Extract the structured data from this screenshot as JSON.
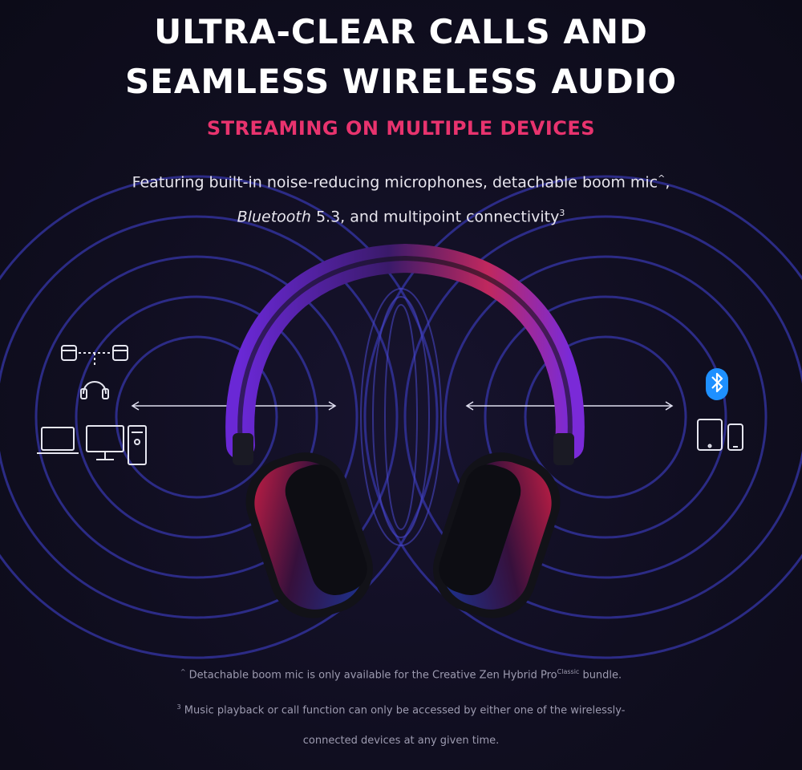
{
  "headline": {
    "line1": "ULTRA-CLEAR CALLS AND",
    "line2": "SEAMLESS WIRELESS AUDIO"
  },
  "subheadline": "STREAMING ON MULTIPLE DEVICES",
  "description": {
    "line1_text": "Featuring built-in noise-reducing microphones, detachable boom mic",
    "line1_marker": "^",
    "line1_tail": ",",
    "line2_italic": "Bluetooth",
    "line2_text": " 5.3, and multipoint connectivity",
    "line2_marker": "3"
  },
  "footnotes": {
    "note1_marker": "^",
    "note1_text": "Detachable boom mic is only available for the Creative Zen Hybrid Pro",
    "note1_super": "Classic",
    "note1_tail": " bundle.",
    "note2_marker": "3",
    "note2_text": "Music playback or call function can only be accessed by either one of the wirelessly-",
    "note3_text": "connected devices at any given time."
  },
  "icons": {
    "left": [
      "earbuds-case-icon",
      "headphones-icon",
      "laptop-icon",
      "desktop-monitor-icon",
      "pc-tower-icon"
    ],
    "right": [
      "bluetooth-icon",
      "tablet-icon",
      "phone-icon"
    ]
  },
  "colors": {
    "background": "#0f0d1e",
    "accent_pink": "#e8336e",
    "wave_blue": "#3a3ab8",
    "bluetooth_blue": "#1e90ff",
    "headband_purple": "#7a2ad8"
  }
}
